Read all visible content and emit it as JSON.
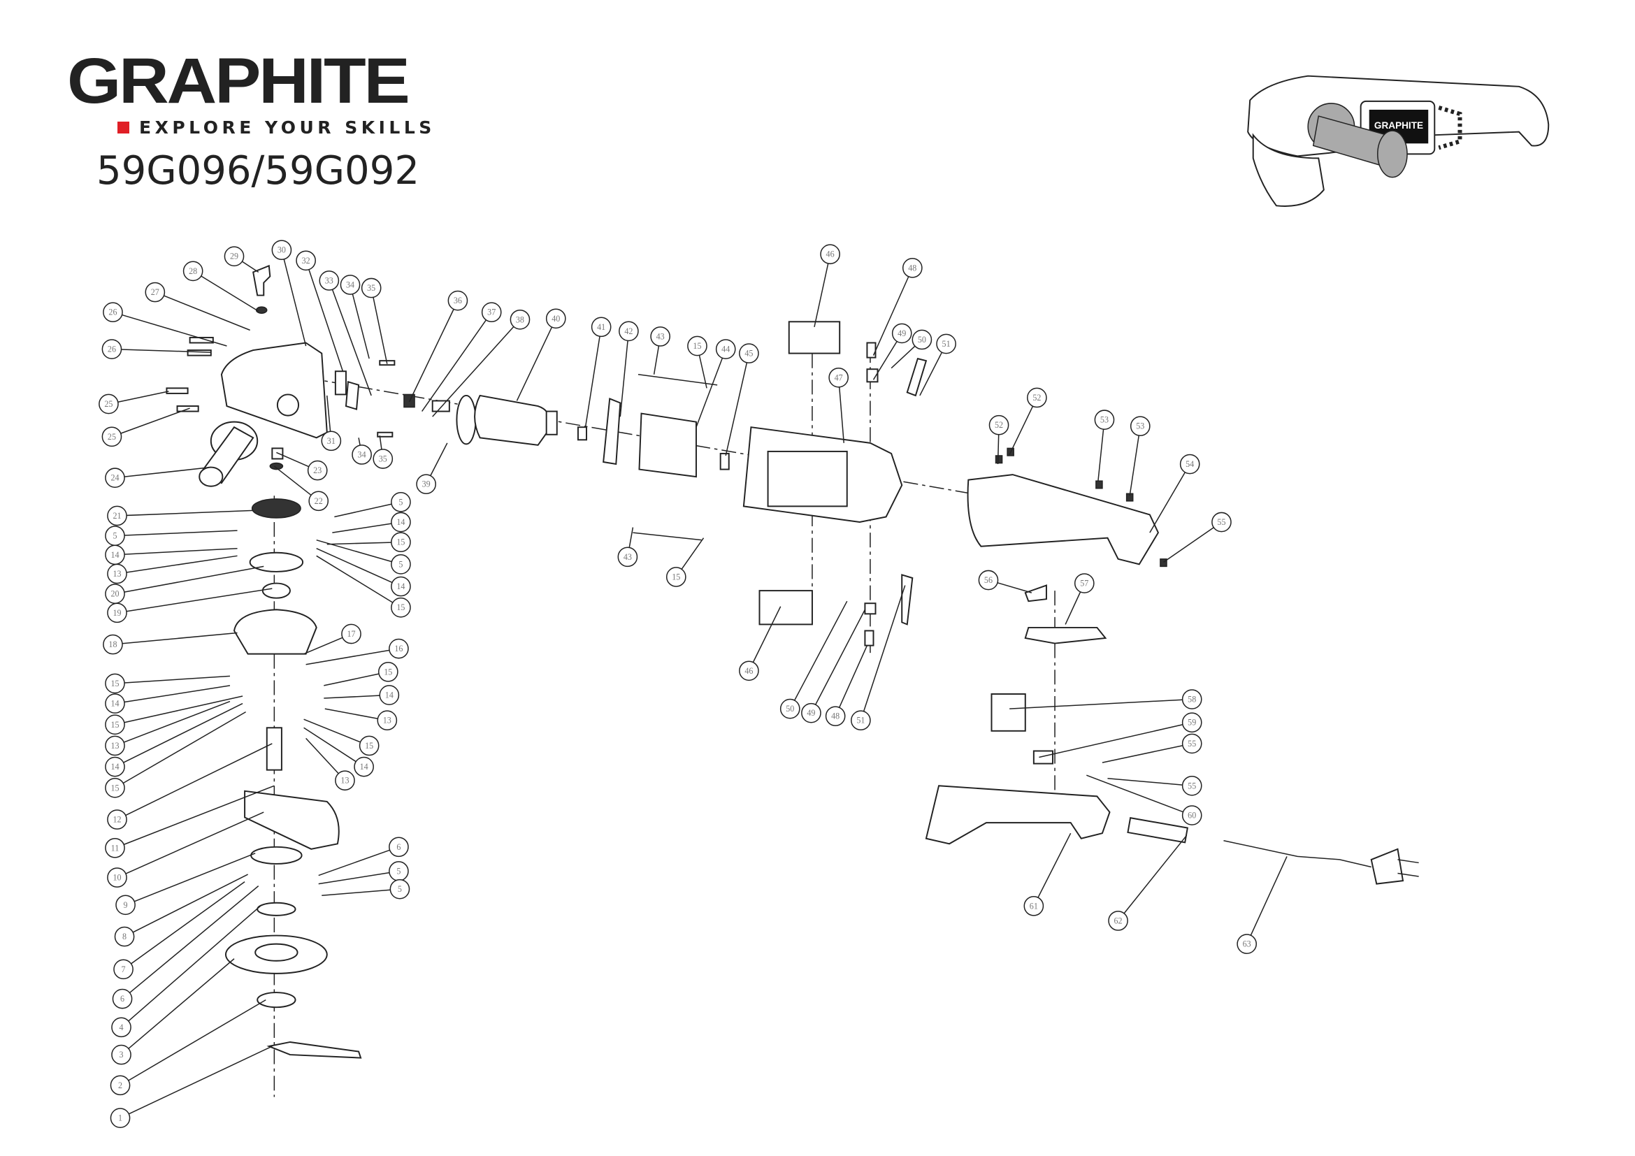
{
  "header": {
    "brand": "GRAPHITE",
    "tagline": "EXPLORE YOUR SKILLS",
    "model": "59G096/59G092",
    "accent_color": "#e01f26"
  },
  "product_photo": {
    "label": "GRAPHITE"
  },
  "callouts": [
    "29",
    "30",
    "32",
    "33",
    "34",
    "35",
    "28",
    "27",
    "26",
    "26",
    "25",
    "25",
    "24",
    "31",
    "34",
    "35",
    "23",
    "22",
    "36",
    "37",
    "38",
    "40",
    "39",
    "41",
    "42",
    "43",
    "15",
    "44",
    "45",
    "43",
    "15",
    "21",
    "5",
    "14",
    "13",
    "20",
    "19",
    "18",
    "15",
    "14",
    "15",
    "13",
    "14",
    "15",
    "12",
    "11",
    "10",
    "9",
    "8",
    "7",
    "6",
    "4",
    "3",
    "2",
    "1",
    "5",
    "14",
    "15",
    "5",
    "14",
    "15",
    "17",
    "16",
    "15",
    "14",
    "13",
    "15",
    "14",
    "13",
    "6",
    "5",
    "5",
    "46",
    "48",
    "49",
    "50",
    "51",
    "47",
    "50",
    "49",
    "48",
    "51",
    "46",
    "56",
    "57",
    "52",
    "52",
    "53",
    "53",
    "54",
    "55",
    "58",
    "59",
    "55",
    "55",
    "60",
    "61",
    "62",
    "63"
  ]
}
